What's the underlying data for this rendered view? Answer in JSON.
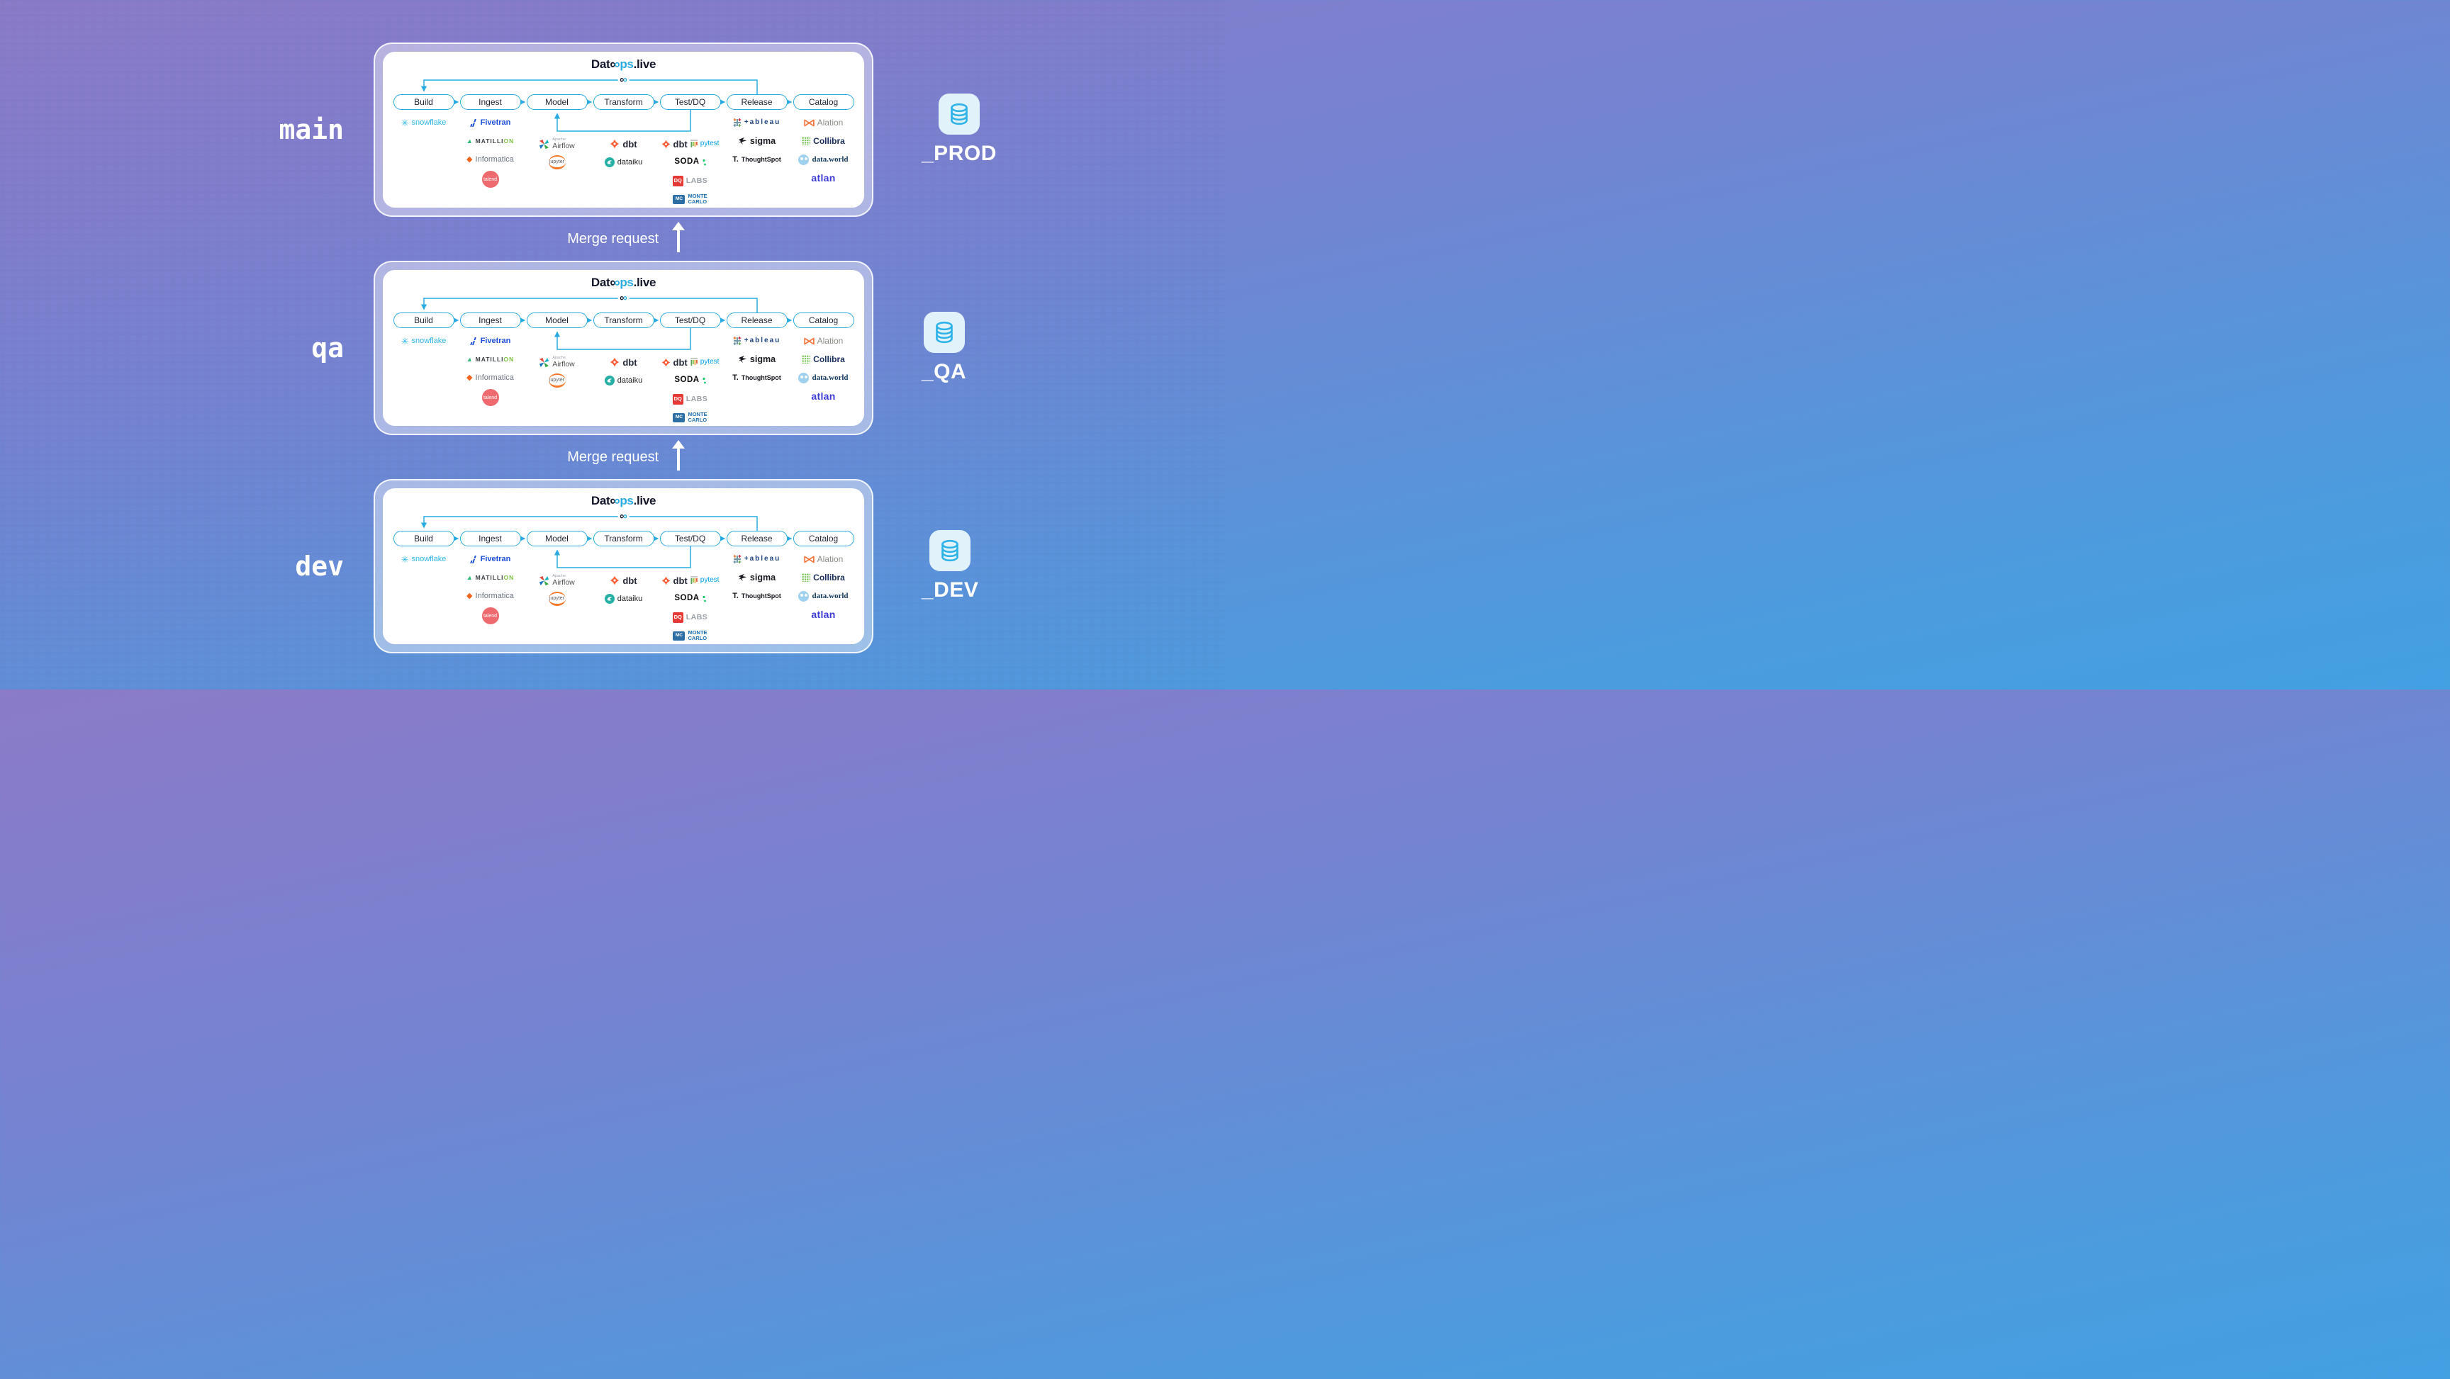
{
  "brand": {
    "part1": "Dat",
    "infinity": "∞",
    "part2": "ps",
    "part3": ".live"
  },
  "merge": {
    "label": "Merge request"
  },
  "colors": {
    "accent_cyan": "#29abe2",
    "bg_top": "#8b7bc8",
    "bg_bottom": "#43a0e2",
    "card_ring": "rgba(255,255,255,0.42)",
    "db_icon_stroke": "#2eb3e8"
  },
  "pipeline": {
    "stages": [
      {
        "label": "Build",
        "tools": [
          {
            "id": "snowflake",
            "name": "snowflake"
          }
        ]
      },
      {
        "label": "Ingest",
        "tools": [
          {
            "id": "fivetran",
            "name": "Fivetran"
          },
          {
            "id": "matillion",
            "name": "MATILLI",
            "name2": "ON"
          },
          {
            "id": "informatica",
            "name": "Informatica"
          },
          {
            "id": "talend",
            "name": "talend"
          }
        ]
      },
      {
        "label": "Model",
        "tools": [
          {
            "id": "airflow",
            "sub": "Apache",
            "name": "Airflow"
          },
          {
            "id": "jupyter",
            "name": "jupyter"
          }
        ]
      },
      {
        "label": "Transform",
        "tools": [
          {
            "id": "dbt",
            "name": "dbt"
          },
          {
            "id": "dataiku",
            "name": "dataiku"
          }
        ]
      },
      {
        "label": "Test/DQ",
        "tools": [
          {
            "id": "dbt-pytest",
            "name": "dbt",
            "name2": "pytest"
          },
          {
            "id": "soda",
            "name": "SODA"
          },
          {
            "id": "dqlabs",
            "name": "DQ",
            "name2": "LABS"
          },
          {
            "id": "montecarlo",
            "name": "MC",
            "name2": "MONTE",
            "name3": "CARLO"
          }
        ]
      },
      {
        "label": "Release",
        "tools": [
          {
            "id": "tableau",
            "name": "+ableau"
          },
          {
            "id": "sigma",
            "name": "sigma"
          },
          {
            "id": "thoughtspot",
            "name": "T.",
            "name2": "ThoughtSpot"
          }
        ]
      },
      {
        "label": "Catalog",
        "tools": [
          {
            "id": "alation",
            "name": "Alation"
          },
          {
            "id": "collibra",
            "name": "Collibra"
          },
          {
            "id": "dataworld",
            "name": "data.world"
          },
          {
            "id": "atlan",
            "name": "atlan"
          }
        ]
      }
    ]
  },
  "environments": [
    {
      "branch": "main",
      "database": "_PROD"
    },
    {
      "branch": "qa",
      "database": "_QA"
    },
    {
      "branch": "dev",
      "database": "_DEV"
    }
  ]
}
